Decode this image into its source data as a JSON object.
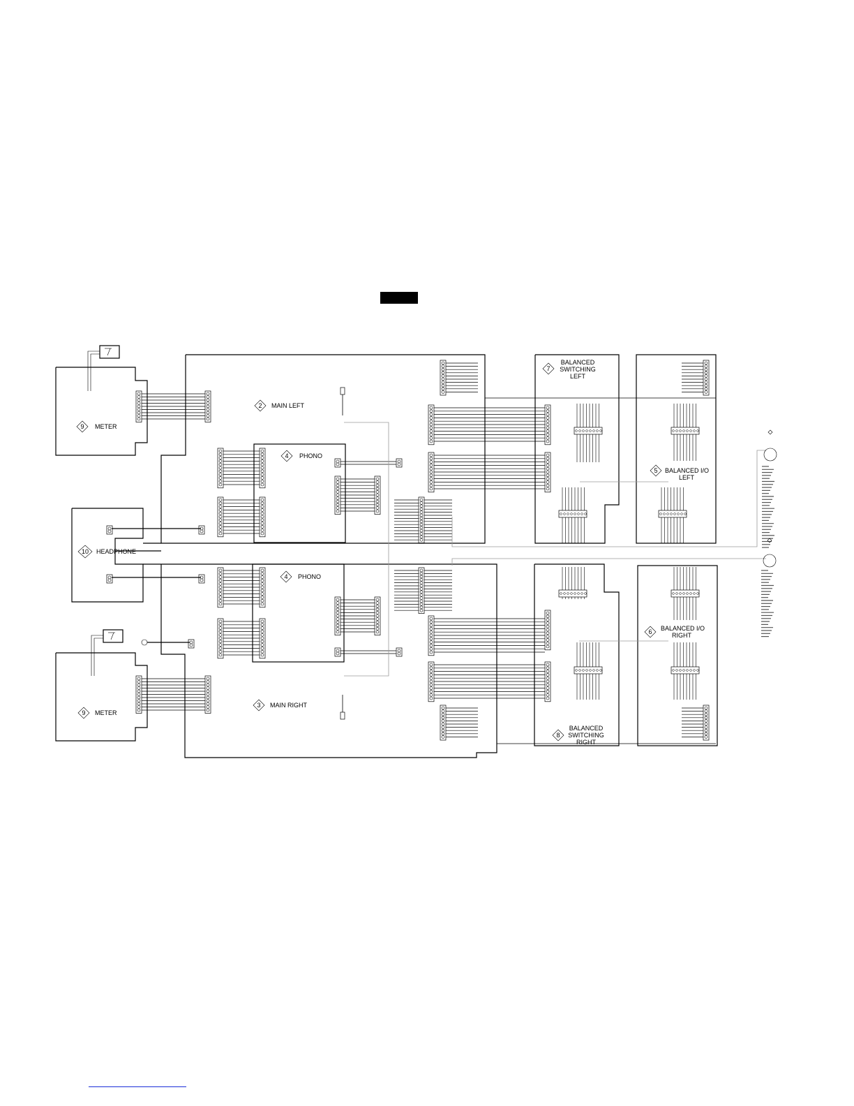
{
  "boards": [
    {
      "id": "main-left",
      "number": "2",
      "title": "MAIN LEFT"
    },
    {
      "id": "main-right",
      "number": "3",
      "title": "MAIN RIGHT"
    },
    {
      "id": "phono-left",
      "number": "4",
      "title": "PHONO"
    },
    {
      "id": "phono-right",
      "number": "4",
      "title": "PHONO"
    },
    {
      "id": "balanced-io-left",
      "number": "5",
      "title": "BALANCED I/O LEFT"
    },
    {
      "id": "balanced-io-right",
      "number": "6",
      "title": "BALANCED I/O RIGHT"
    },
    {
      "id": "balanced-switching-left",
      "number": "7",
      "title": "BALANCED SWITCHING LEFT"
    },
    {
      "id": "balanced-switching-right",
      "number": "8",
      "title": "BALANCED SWITCHING RIGHT"
    },
    {
      "id": "meter-top",
      "number": "9",
      "title": "METER"
    },
    {
      "id": "meter-bottom",
      "number": "9",
      "title": "METER"
    },
    {
      "id": "headphone",
      "number": "10",
      "title": "HEADPHONE"
    }
  ],
  "title_lines": {
    "balanced_switching_left": [
      "BALANCED",
      "SWITCHING",
      "LEFT"
    ],
    "balanced_switching_right": [
      "BALANCED",
      "SWITCHING",
      "RIGHT"
    ],
    "balanced_io_left": [
      "BALANCED I/O",
      "LEFT"
    ],
    "balanced_io_right": [
      "BALANCED I/O",
      "RIGHT"
    ]
  },
  "colors": {
    "line": "#000000",
    "grey_wire": "#9a9a9a",
    "footer_rule": "#1a2dd8"
  }
}
